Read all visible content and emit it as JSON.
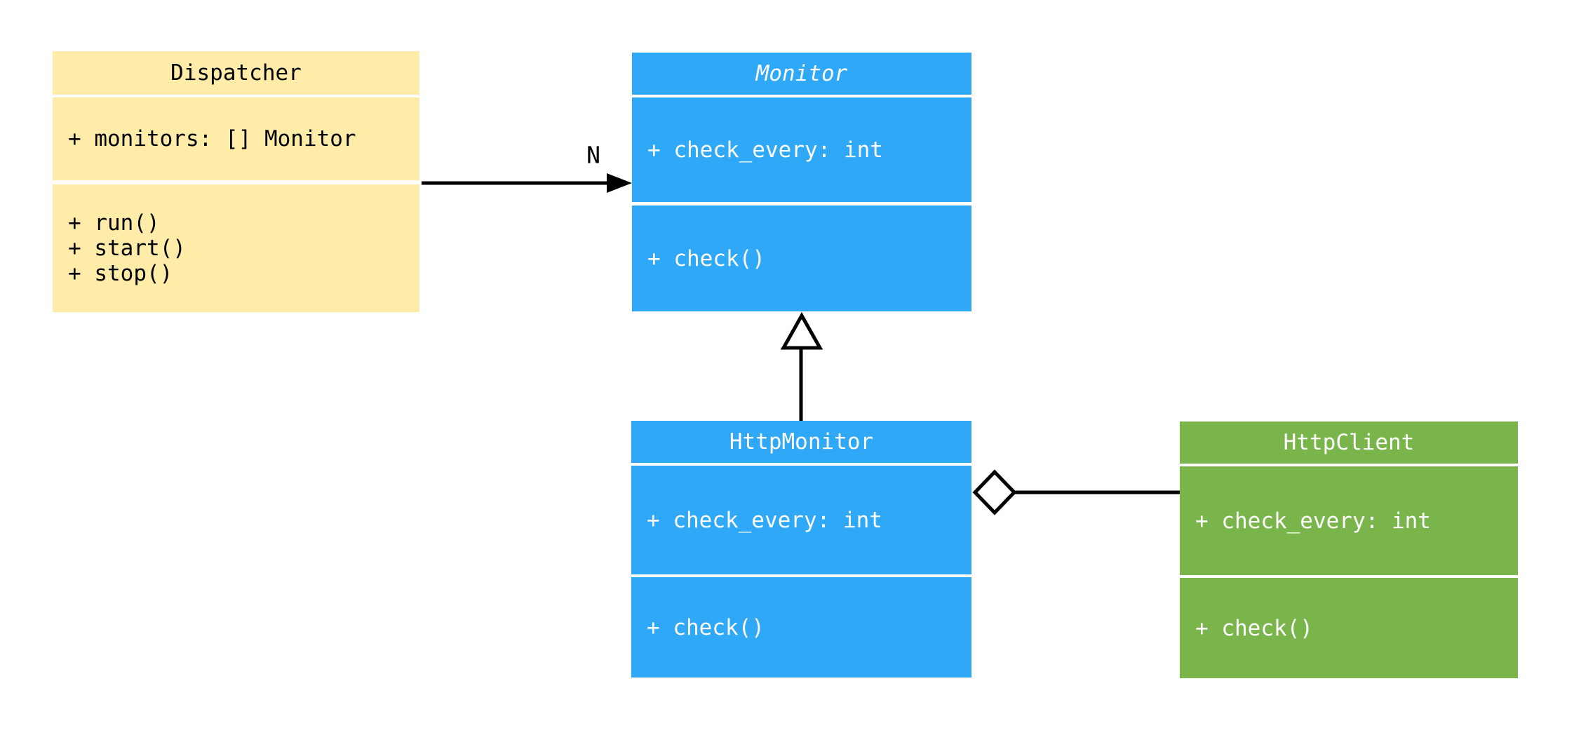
{
  "diagram": {
    "type": "uml-class-diagram",
    "classes": [
      {
        "name": "Dispatcher",
        "title_italic": false,
        "attributes": [
          "+ monitors: [] Monitor"
        ],
        "methods": [
          "+ run()",
          "+ start()",
          "+ stop()"
        ],
        "fill": "#FFECA8",
        "text": "#000000"
      },
      {
        "name": "Monitor",
        "title_italic": true,
        "attributes": [
          "+ check_every: int"
        ],
        "methods": [
          "+ check()"
        ],
        "fill": "#2FA8F7",
        "text": "#FFFFFF"
      },
      {
        "name": "HttpMonitor",
        "title_italic": false,
        "attributes": [
          "+ check_every: int"
        ],
        "methods": [
          "+ check()"
        ],
        "fill": "#2FA8F7",
        "text": "#FFFFFF"
      },
      {
        "name": "HttpClient",
        "title_italic": false,
        "attributes": [
          "+ check_every: int"
        ],
        "methods": [
          "+ check()"
        ],
        "fill": "#79B54A",
        "text": "#FFFFFF"
      }
    ],
    "relations": [
      {
        "type": "directed-association",
        "from": "Dispatcher",
        "to": "Monitor",
        "multiplicity": "N"
      },
      {
        "type": "inheritance",
        "from": "HttpMonitor",
        "to": "Monitor",
        "multiplicity": ""
      },
      {
        "type": "aggregation",
        "owner": "HttpMonitor",
        "part": "HttpClient",
        "multiplicity": ""
      }
    ]
  }
}
